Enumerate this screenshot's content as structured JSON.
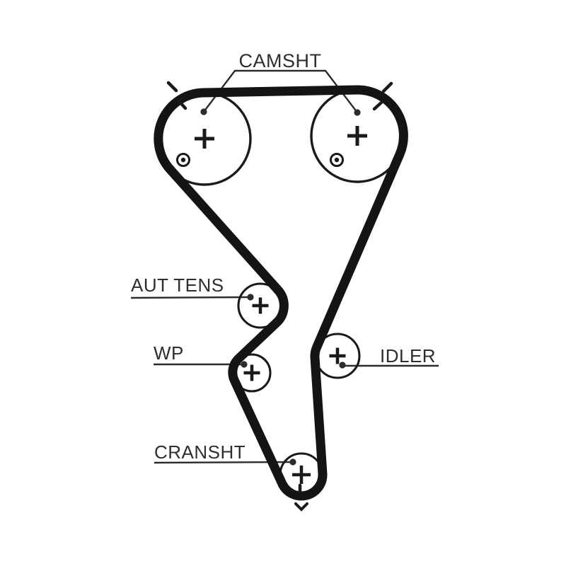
{
  "diagram": {
    "type": "timing-belt-routing",
    "background": "#ffffff",
    "colors": {
      "belt": "#141414",
      "outline": "#1a1a1a",
      "marks": "#1a1a1a",
      "leader": "#2b2b2b",
      "text": "#2e2e2e"
    },
    "labels": {
      "camshaft": "CAMSHT",
      "auto_tensioner": "AUT TENS",
      "water_pump": "WP",
      "idler": "IDLER",
      "crankshaft": "CRANSHT"
    }
  }
}
